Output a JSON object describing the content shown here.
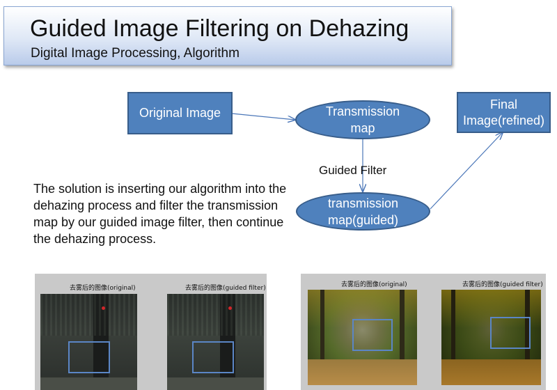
{
  "header": {
    "title": "Guided Image Filtering on Dehazing",
    "subtitle": "Digital Image Processing, Algorithm"
  },
  "diagram": {
    "nodes": {
      "original": "Original Image",
      "transmission": "Transmission map",
      "guided": "transmission map(guided)",
      "final": "Final Image(refined)"
    },
    "edge_label": "Guided Filter"
  },
  "description": "The solution is inserting our algorithm into the dehazing process and filter the transmission map by our guided image filter, then continue the dehazing process.",
  "examples": {
    "left_panel": {
      "original_caption": "去雾后的图像(original)",
      "guided_caption": "去雾后的图像(guided filter)"
    },
    "right_panel": {
      "original_caption": "去雾后的图像(original)",
      "guided_caption": "去雾后的图像(guided filter)"
    }
  },
  "colors": {
    "node_fill": "#4f81bd",
    "node_border": "#385d8a",
    "highlight_box": "#5b86c6"
  }
}
